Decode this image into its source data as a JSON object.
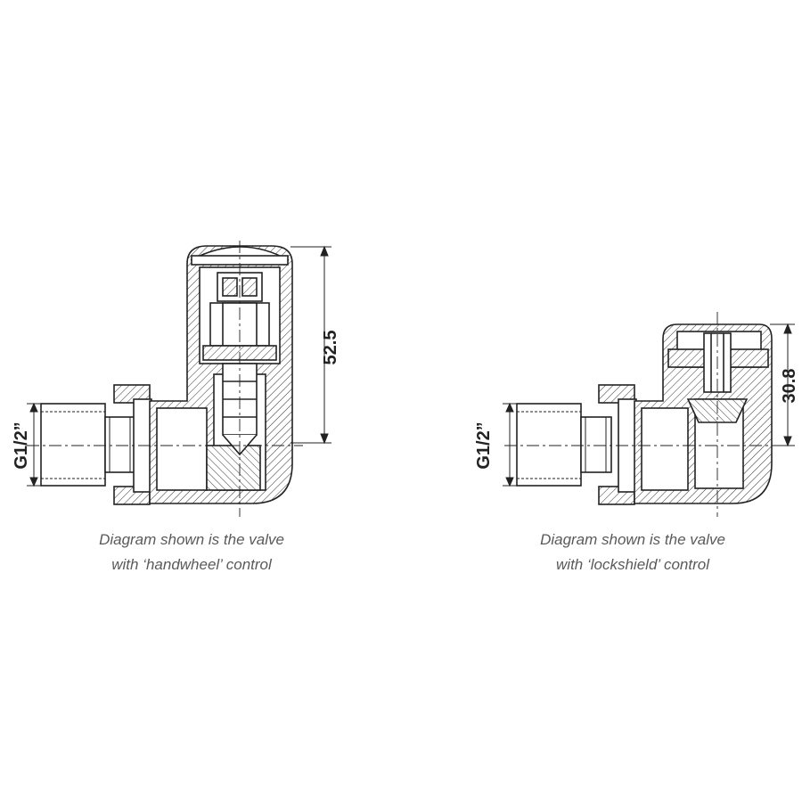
{
  "left_diagram": {
    "pipe_label": "G1/2”",
    "height_label": "52.5",
    "caption_line1": "Diagram shown is the valve",
    "caption_line2": "with ‘handwheel’ control"
  },
  "right_diagram": {
    "pipe_label": "G1/2”",
    "height_label": "30.8",
    "caption_line1": "Diagram shown is the valve",
    "caption_line2": "with ‘lockshield’ control"
  }
}
